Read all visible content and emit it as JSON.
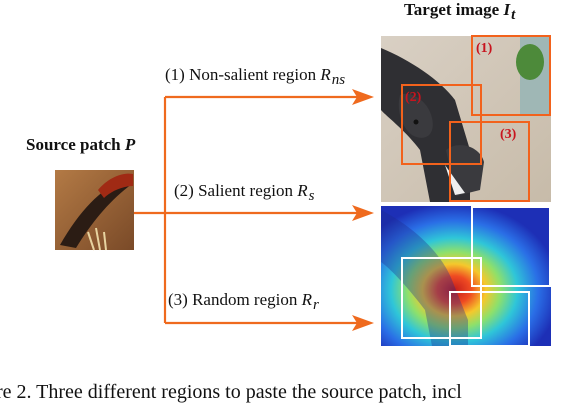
{
  "target": {
    "title_text": "Target image ",
    "title_symbol": "I",
    "title_sub": "t"
  },
  "source": {
    "title_text": "Source patch ",
    "title_symbol": "P"
  },
  "branches": [
    {
      "label": "(1) Non-salient region ",
      "symbol": "R",
      "sub": "ns"
    },
    {
      "label": "(2) Salient region ",
      "symbol": "R",
      "sub": "s"
    },
    {
      "label": "(3) Random region ",
      "symbol": "R",
      "sub": "r"
    }
  ],
  "box_tags": [
    "(1)",
    "(2)",
    "(3)"
  ],
  "caption": "ure 2. Three different regions to paste the source patch, incl",
  "colors": {
    "arrow": "#ef6a1e",
    "box_orange": "#f2621c",
    "tag_red": "#c8141e",
    "box_white": "#ffffff"
  }
}
